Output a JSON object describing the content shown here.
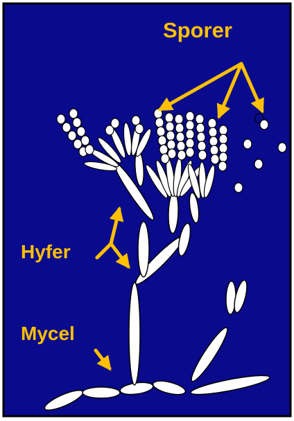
{
  "labels": {
    "spores": "Sporer",
    "hyphae": "Hyfer",
    "mycelium": "Mycel"
  },
  "colors": {
    "background": "#0a0a8c",
    "frame": "#000000",
    "label": "#ffc000",
    "arrow": "#ffc000",
    "cell_fill": "#ffffff",
    "cell_stroke": "#000000"
  }
}
